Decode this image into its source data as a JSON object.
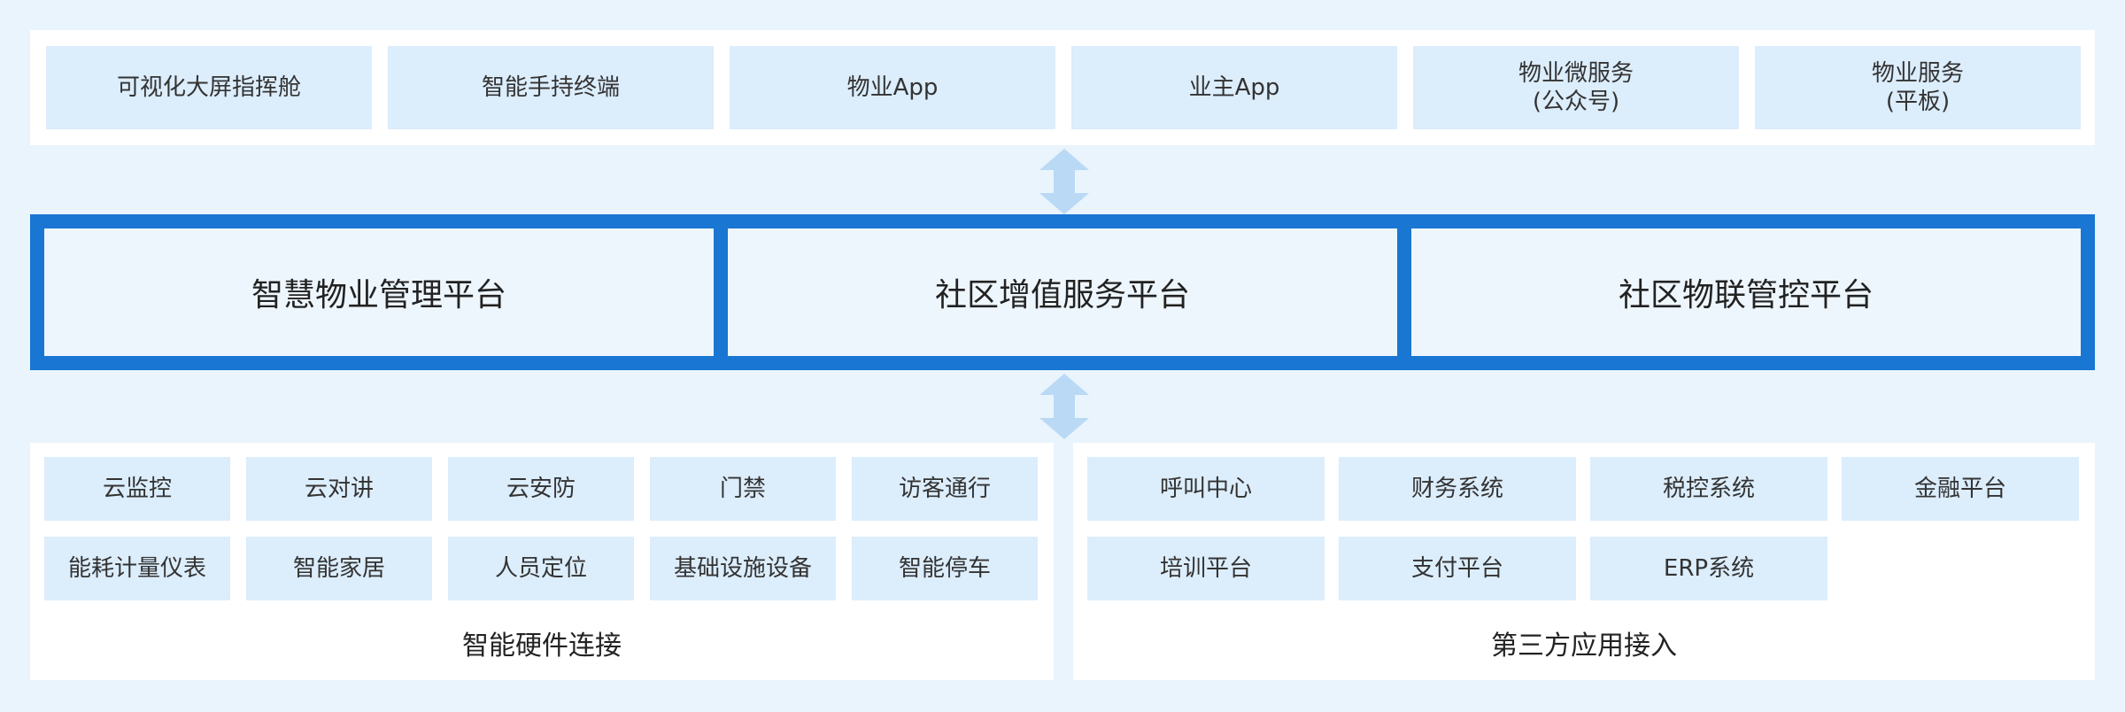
{
  "top_row": [
    {
      "lines": [
        "可视化大屏指挥舱"
      ]
    },
    {
      "lines": [
        "智能手持终端"
      ]
    },
    {
      "lines": [
        "物业App"
      ]
    },
    {
      "lines": [
        "业主App"
      ]
    },
    {
      "lines": [
        "物业微服务",
        "(公众号)"
      ]
    },
    {
      "lines": [
        "物业服务",
        "(平板)"
      ]
    }
  ],
  "platforms": [
    "智慧物业管理平台",
    "社区增值服务平台",
    "社区物联管控平台"
  ],
  "hardware": {
    "items": [
      "云监控",
      "云对讲",
      "云安防",
      "门禁",
      "访客通行",
      "能耗计量仪表",
      "智能家居",
      "人员定位",
      "基础设施设备",
      "智能停车"
    ],
    "caption": "智能硬件连接"
  },
  "third_party": {
    "items": [
      "呼叫中心",
      "财务系统",
      "税控系统",
      "金融平台",
      "培训平台",
      "支付平台",
      "ERP系统"
    ],
    "caption": "第三方应用接入"
  },
  "colors": {
    "accent": "#1976d2",
    "cell": "#dcedfc",
    "arrow": "#b9d9f5",
    "background": "#eaf4fd"
  },
  "icons": {
    "connector": "double-arrow-icon"
  }
}
